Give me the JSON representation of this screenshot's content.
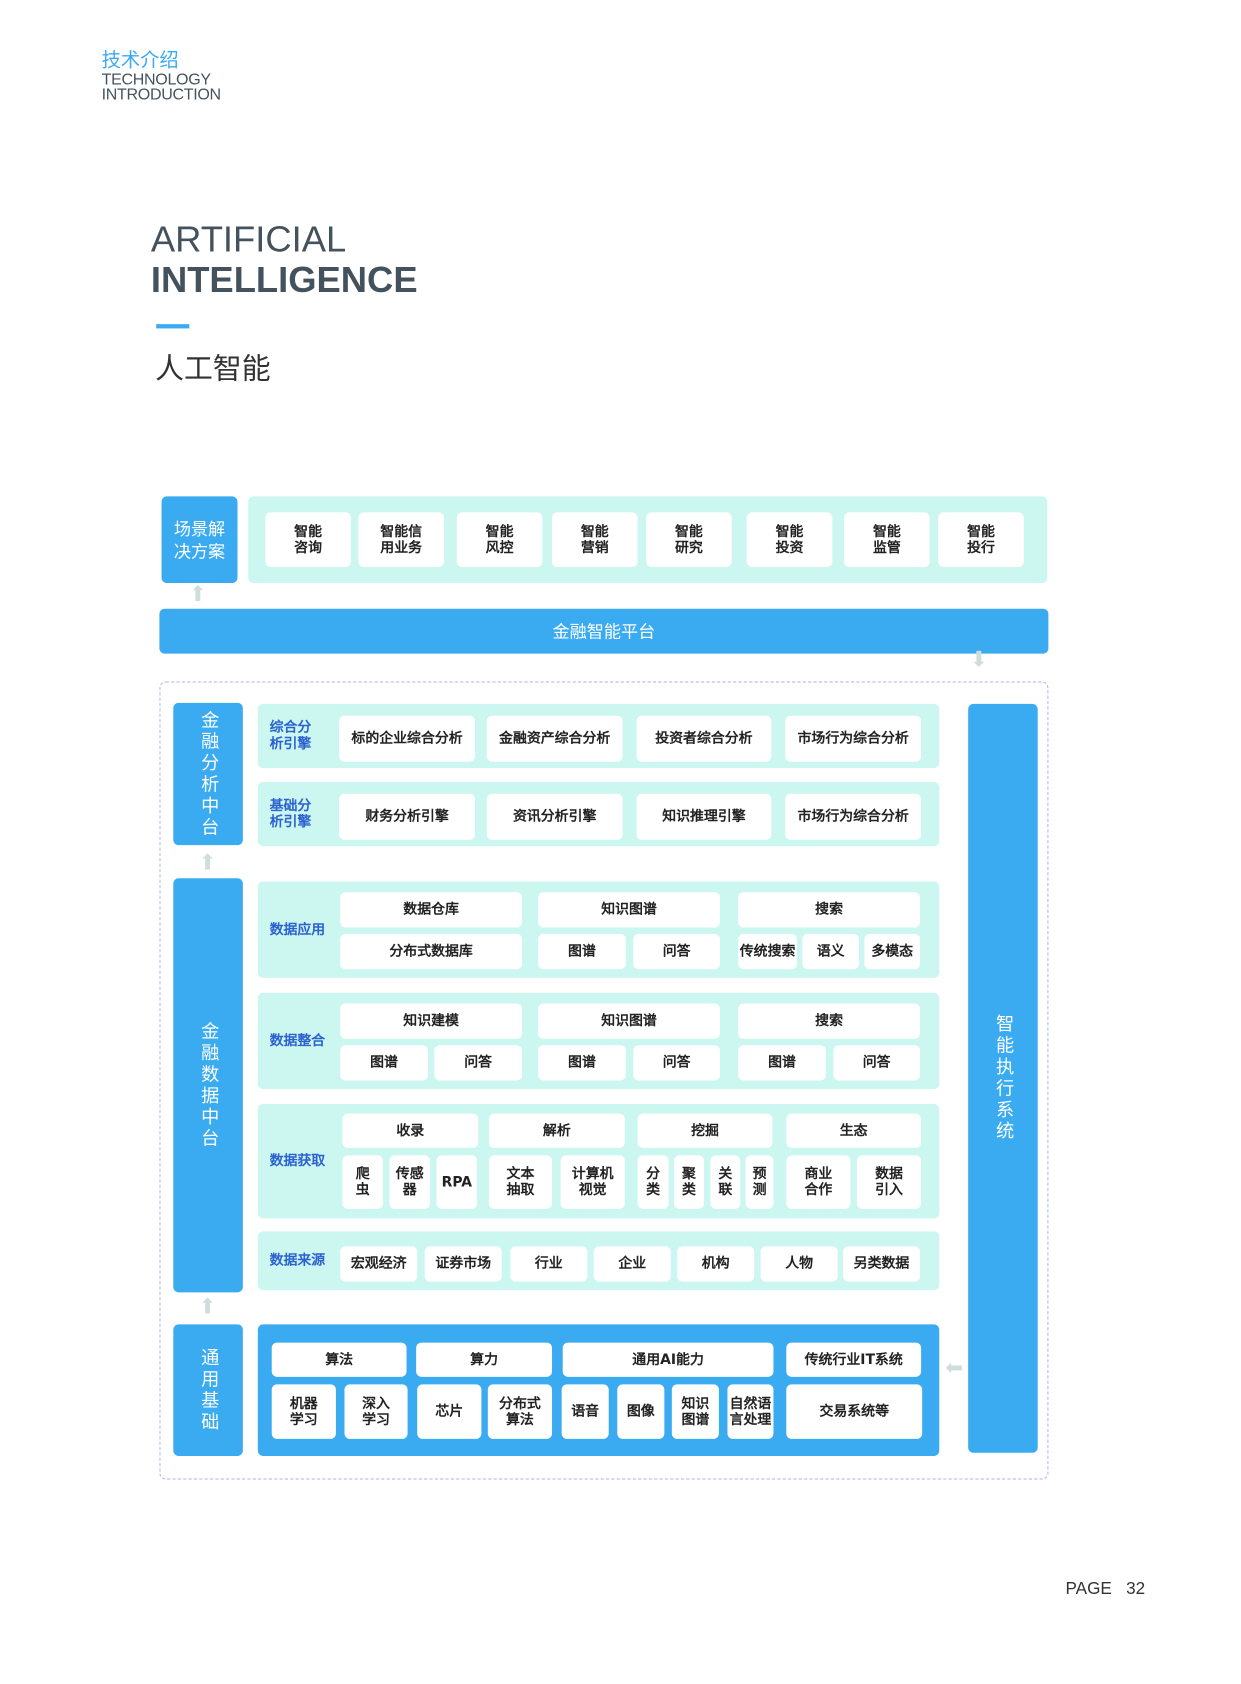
{
  "header": {
    "section_cn": "技术介绍",
    "section_en_1": "TECHNOLOGY",
    "section_en_2": "INTRODUCTION"
  },
  "title": {
    "line1": "ARTIFICIAL",
    "line2": "INTELLIGENCE",
    "cn": "人工智能"
  },
  "scenario": {
    "label": "场景解\n决方案",
    "items": [
      "智能\n咨询",
      "智能信\n用业务",
      "智能\n风控",
      "智能\n营销",
      "智能\n研究",
      "智能\n投资",
      "智能\n监管",
      "智能\n投行"
    ]
  },
  "platform": {
    "label": "金融智能平台"
  },
  "analysis": {
    "label": "金融分析中台",
    "rows": [
      {
        "label": "综合分\n析引擎",
        "items": [
          "标的企业综合分析",
          "金融资产综合分析",
          "投资者综合分析",
          "市场行为综合分析"
        ]
      },
      {
        "label": "基础分\n析引擎",
        "items": [
          "财务分析引擎",
          "资讯分析引擎",
          "知识推理引擎",
          "市场行为综合分析"
        ]
      }
    ]
  },
  "data_center": {
    "label": "金融数据中台",
    "application": {
      "label": "数据应用",
      "items": [
        "数据仓库",
        "知识图谱",
        "搜索",
        "分布式数据库",
        "图谱",
        "问答",
        "传统搜索",
        "语义",
        "多模态"
      ]
    },
    "integration": {
      "label": "数据整合",
      "items": [
        "知识建模",
        "知识图谱",
        "搜索",
        "图谱",
        "问答",
        "图谱",
        "问答",
        "图谱",
        "问答"
      ]
    },
    "acquisition": {
      "label": "数据获取",
      "items": [
        "收录",
        "解析",
        "挖掘",
        "生态",
        "爬\n虫",
        "传感\n器",
        "RPA",
        "文本\n抽取",
        "计算机\n视觉",
        "分\n类",
        "聚\n类",
        "关\n联",
        "预\n测",
        "商业\n合作",
        "数据\n引入"
      ]
    },
    "sources": {
      "label": "数据来源",
      "items": [
        "宏观经济",
        "证券市场",
        "行业",
        "企业",
        "机构",
        "人物",
        "另类数据"
      ]
    }
  },
  "foundation": {
    "label": "通用基础",
    "items": [
      "算法",
      "算力",
      "通用AI能力",
      "传统行业IT系统",
      "机器\n学习",
      "深入\n学习",
      "芯片",
      "分布式\n算法",
      "语音",
      "图像",
      "知识\n图谱",
      "自然语\n言处理",
      "交易系统等"
    ]
  },
  "execution": {
    "label": "智能执行系统"
  },
  "footer": {
    "page_label": "PAGE",
    "page_num": "32"
  },
  "colors": {
    "accent": "#3aabf0",
    "panel": "#ccf6f0",
    "label": "#2b62d0"
  }
}
